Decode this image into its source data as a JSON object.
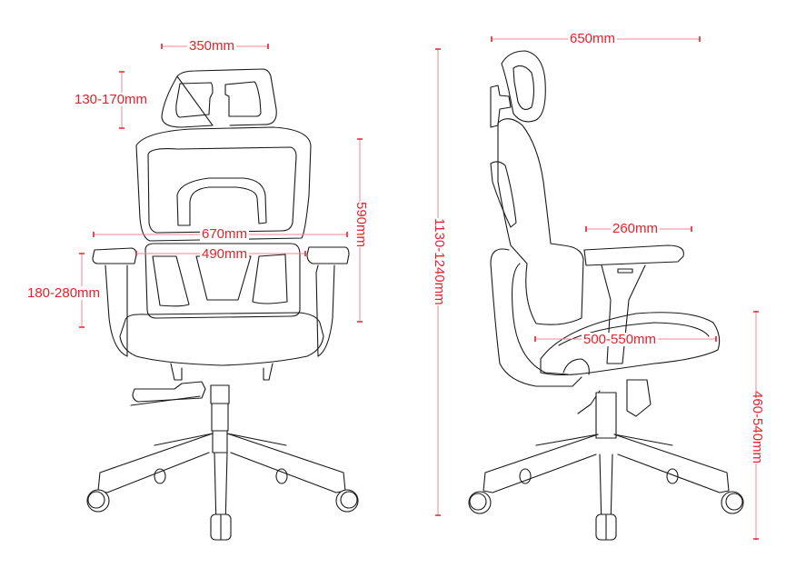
{
  "diagram": {
    "subject": "Ergonomic office chair dimension drawing",
    "colors": {
      "dimension_text": "#e8202a",
      "dimension_line": "#f08a8f",
      "outline": "#1a1a1a",
      "background": "#ffffff"
    },
    "views": [
      {
        "name": "front-view",
        "dimensions": {
          "headrest_width": "350mm",
          "headrest_height_adjust": "130-170mm",
          "backrest_height": "590mm",
          "overall_width": "670mm",
          "inner_arm_width": "490mm",
          "armrest_height_adjust": "180-280mm"
        }
      },
      {
        "name": "side-view",
        "dimensions": {
          "overall_depth": "650mm",
          "overall_height": "1130-1240mm",
          "armrest_length": "260mm",
          "seat_depth": "500-550mm",
          "seat_height": "460-540mm"
        }
      }
    ]
  }
}
